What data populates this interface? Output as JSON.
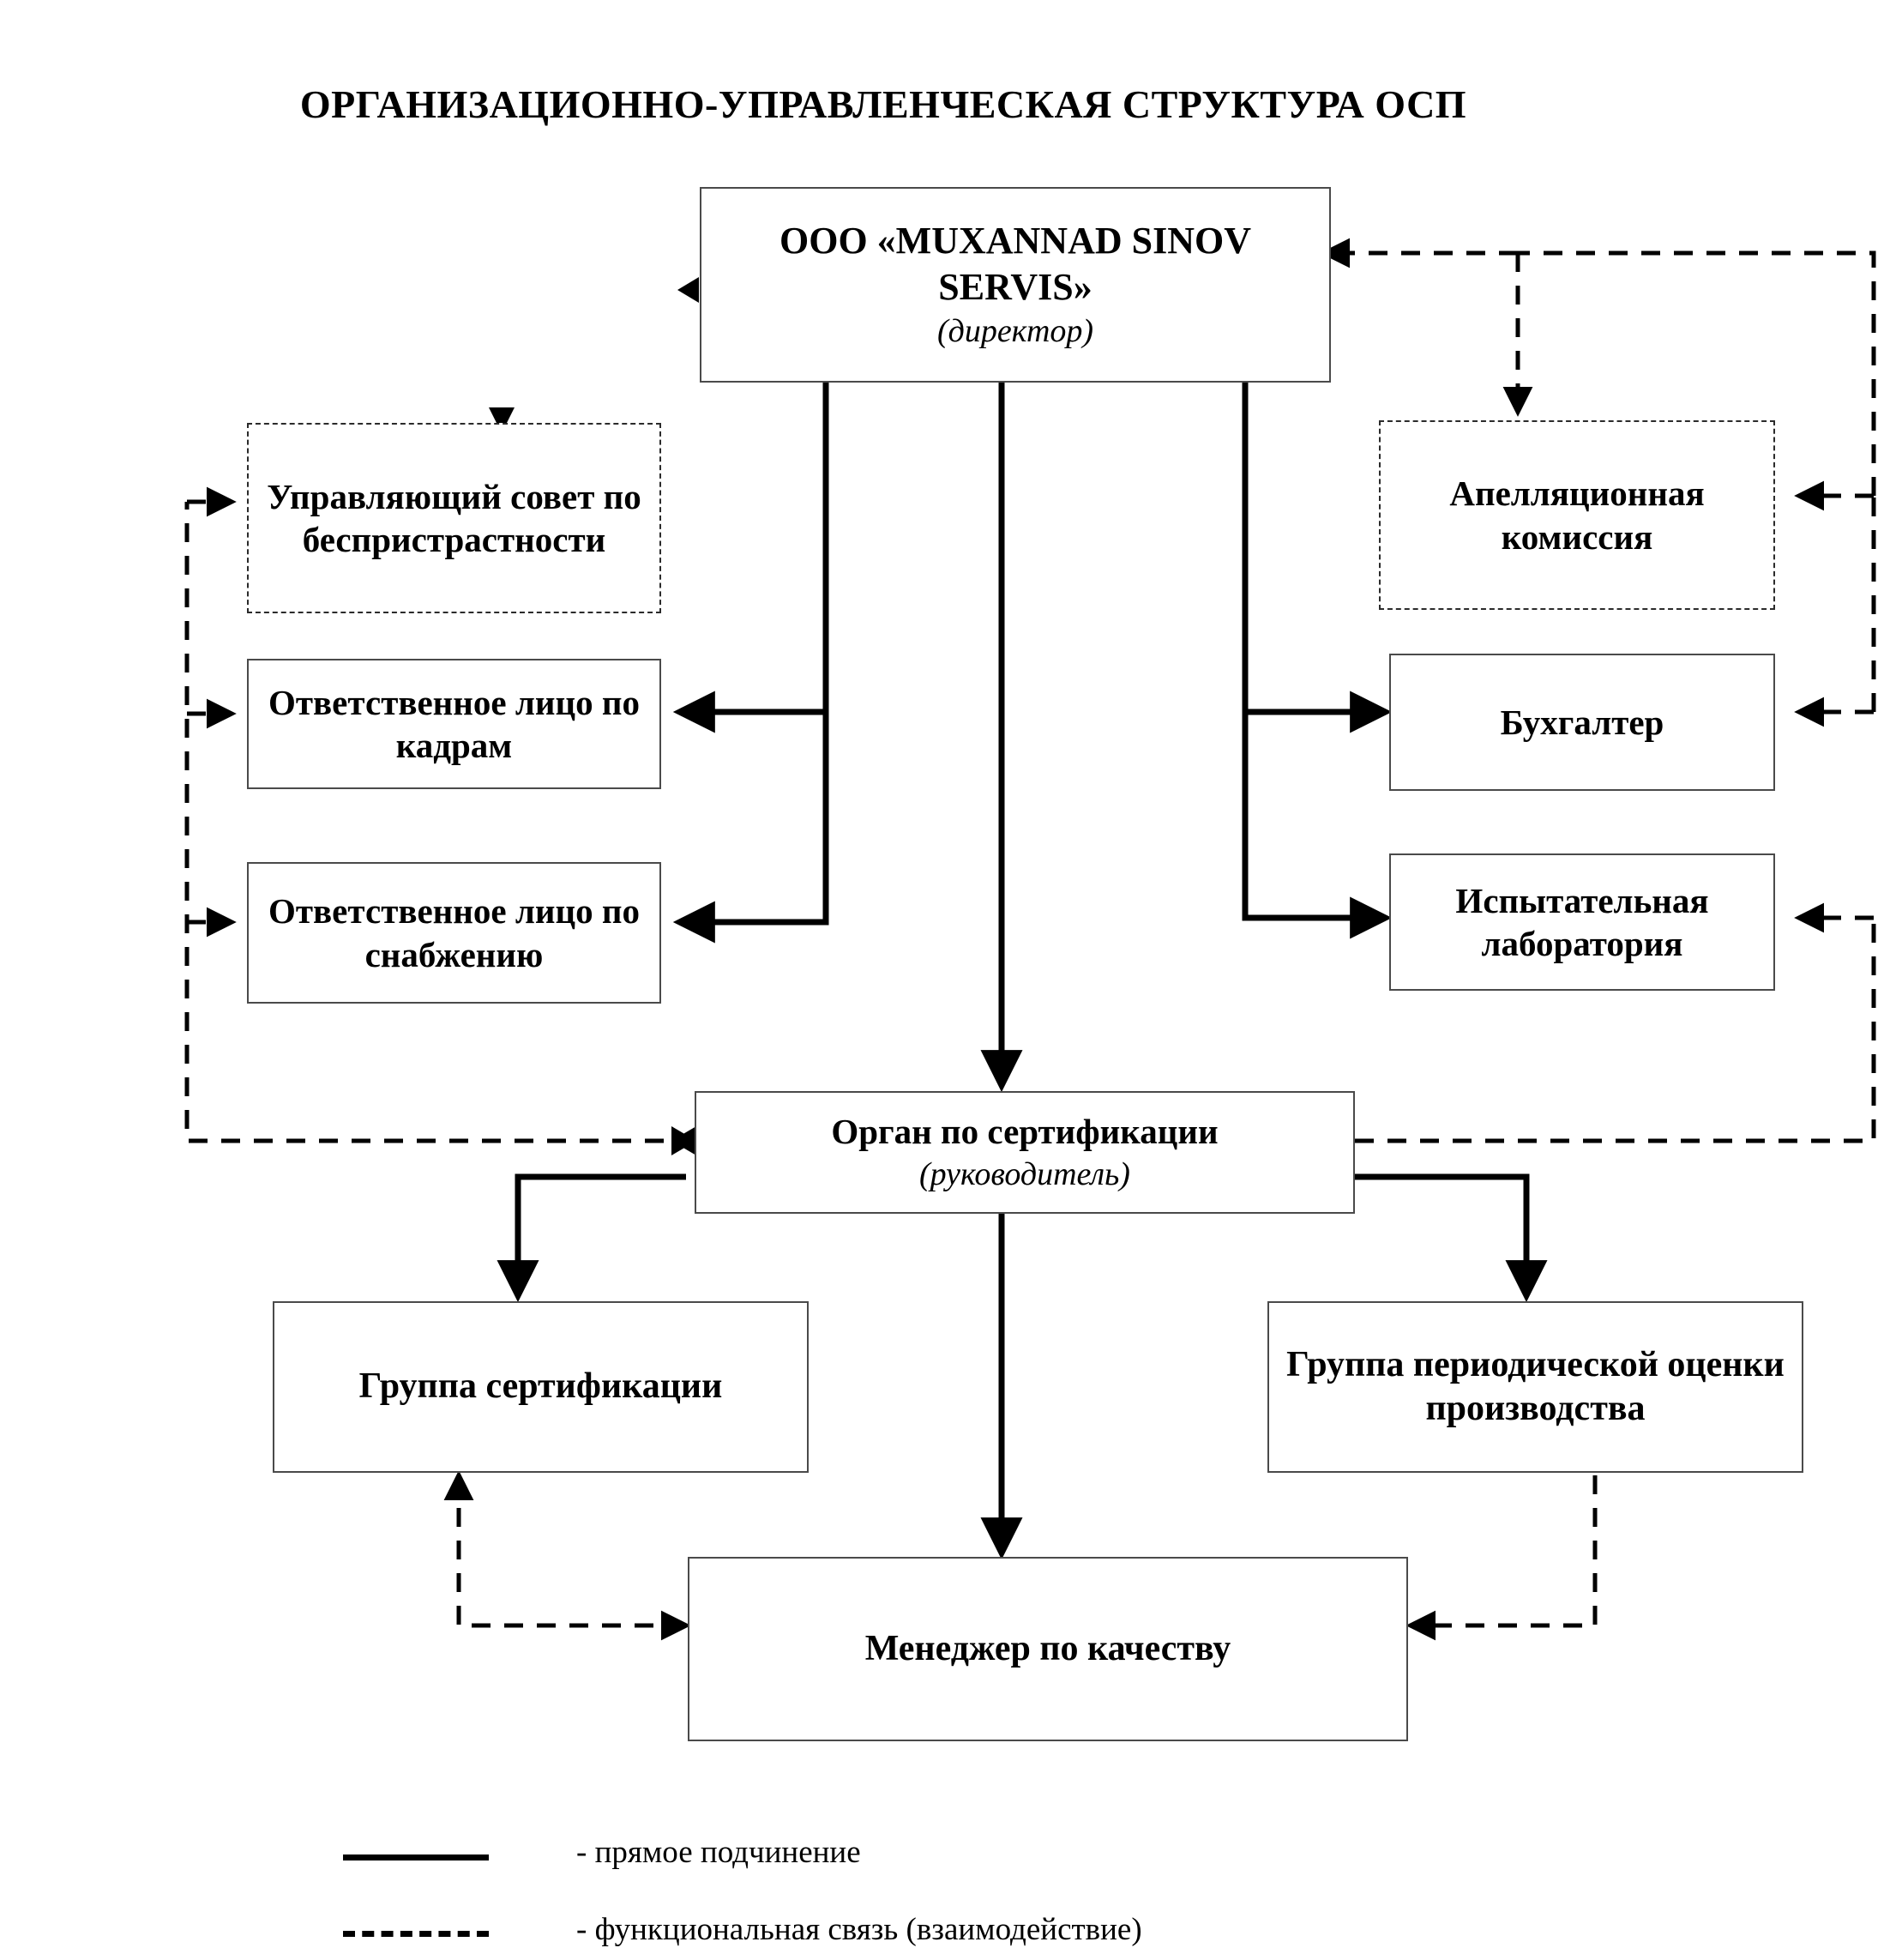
{
  "title": "ОРГАНИЗАЦИОННО-УПРАВЛЕНЧЕСКАЯ  СТРУКТУРА ОСП",
  "nodes": {
    "director": {
      "name": "ООО «MUXANNAD SINOV SERVIS»",
      "role": "(директор)"
    },
    "impartiality_council": {
      "name": "Управляющий совет по беспристрастности"
    },
    "hr_officer": {
      "name": "Ответственное лицо по кадрам"
    },
    "supply_officer": {
      "name": "Ответственное лицо по снабжению"
    },
    "appeal_commission": {
      "name": "Апелляционная комиссия"
    },
    "accountant": {
      "name": "Бухгалтер"
    },
    "testing_lab": {
      "name": "Испытательная лаборатория"
    },
    "certification_body": {
      "name": "Орган по сертификации",
      "role": "(руководитель)"
    },
    "certification_group": {
      "name": "Группа сертификации"
    },
    "periodic_assessment_group": {
      "name": "Группа периодической оценки производства"
    },
    "quality_manager": {
      "name": "Менеджер по качеству"
    }
  },
  "legend": {
    "solid_label": "- прямое подчинение",
    "dashed_label": "- функциональная связь (взаимодействие)",
    "solid_style": "solid",
    "dashed_style": "dashed"
  },
  "colors": {
    "line": "#000000",
    "box_border_solid": "#4a4a4a",
    "box_border_dashed": "#2b2b2b",
    "background": "#ffffff",
    "text": "#000000"
  },
  "chart_data": {
    "type": "diagram",
    "diagram_kind": "organizational-chart",
    "edges": [
      {
        "from": "director",
        "to": "hr_officer",
        "style": "solid",
        "meaning": "прямое подчинение"
      },
      {
        "from": "director",
        "to": "supply_officer",
        "style": "solid",
        "meaning": "прямое подчинение"
      },
      {
        "from": "director",
        "to": "accountant",
        "style": "solid",
        "meaning": "прямое подчинение"
      },
      {
        "from": "director",
        "to": "testing_lab",
        "style": "solid",
        "meaning": "прямое подчинение"
      },
      {
        "from": "director",
        "to": "certification_body",
        "style": "solid",
        "meaning": "прямое подчинение"
      },
      {
        "from": "certification_body",
        "to": "certification_group",
        "style": "solid",
        "meaning": "прямое подчинение"
      },
      {
        "from": "certification_body",
        "to": "periodic_assessment_group",
        "style": "solid",
        "meaning": "прямое подчинение"
      },
      {
        "from": "certification_body",
        "to": "quality_manager",
        "style": "solid",
        "meaning": "прямое подчинение"
      },
      {
        "from": "impartiality_council",
        "to": "director",
        "style": "dashed",
        "meaning": "функциональная связь"
      },
      {
        "from": "certification_body",
        "to": "impartiality_council",
        "style": "dashed",
        "meaning": "функциональная связь"
      },
      {
        "from": "certification_body",
        "to": "hr_officer",
        "style": "dashed",
        "meaning": "функциональная связь"
      },
      {
        "from": "certification_body",
        "to": "supply_officer",
        "style": "dashed",
        "meaning": "функциональная связь"
      },
      {
        "from": "appeal_commission",
        "to": "director",
        "style": "dashed",
        "meaning": "функциональная связь"
      },
      {
        "from": "certification_body",
        "to": "appeal_commission",
        "style": "dashed",
        "meaning": "функциональная связь"
      },
      {
        "from": "certification_body",
        "to": "accountant",
        "style": "dashed",
        "meaning": "функциональная связь"
      },
      {
        "from": "certification_body",
        "to": "testing_lab",
        "style": "dashed",
        "meaning": "функциональная связь"
      },
      {
        "from": "quality_manager",
        "to": "certification_group",
        "style": "dashed",
        "meaning": "функциональная связь"
      },
      {
        "from": "periodic_assessment_group",
        "to": "quality_manager",
        "style": "dashed",
        "meaning": "функциональная связь"
      }
    ]
  }
}
